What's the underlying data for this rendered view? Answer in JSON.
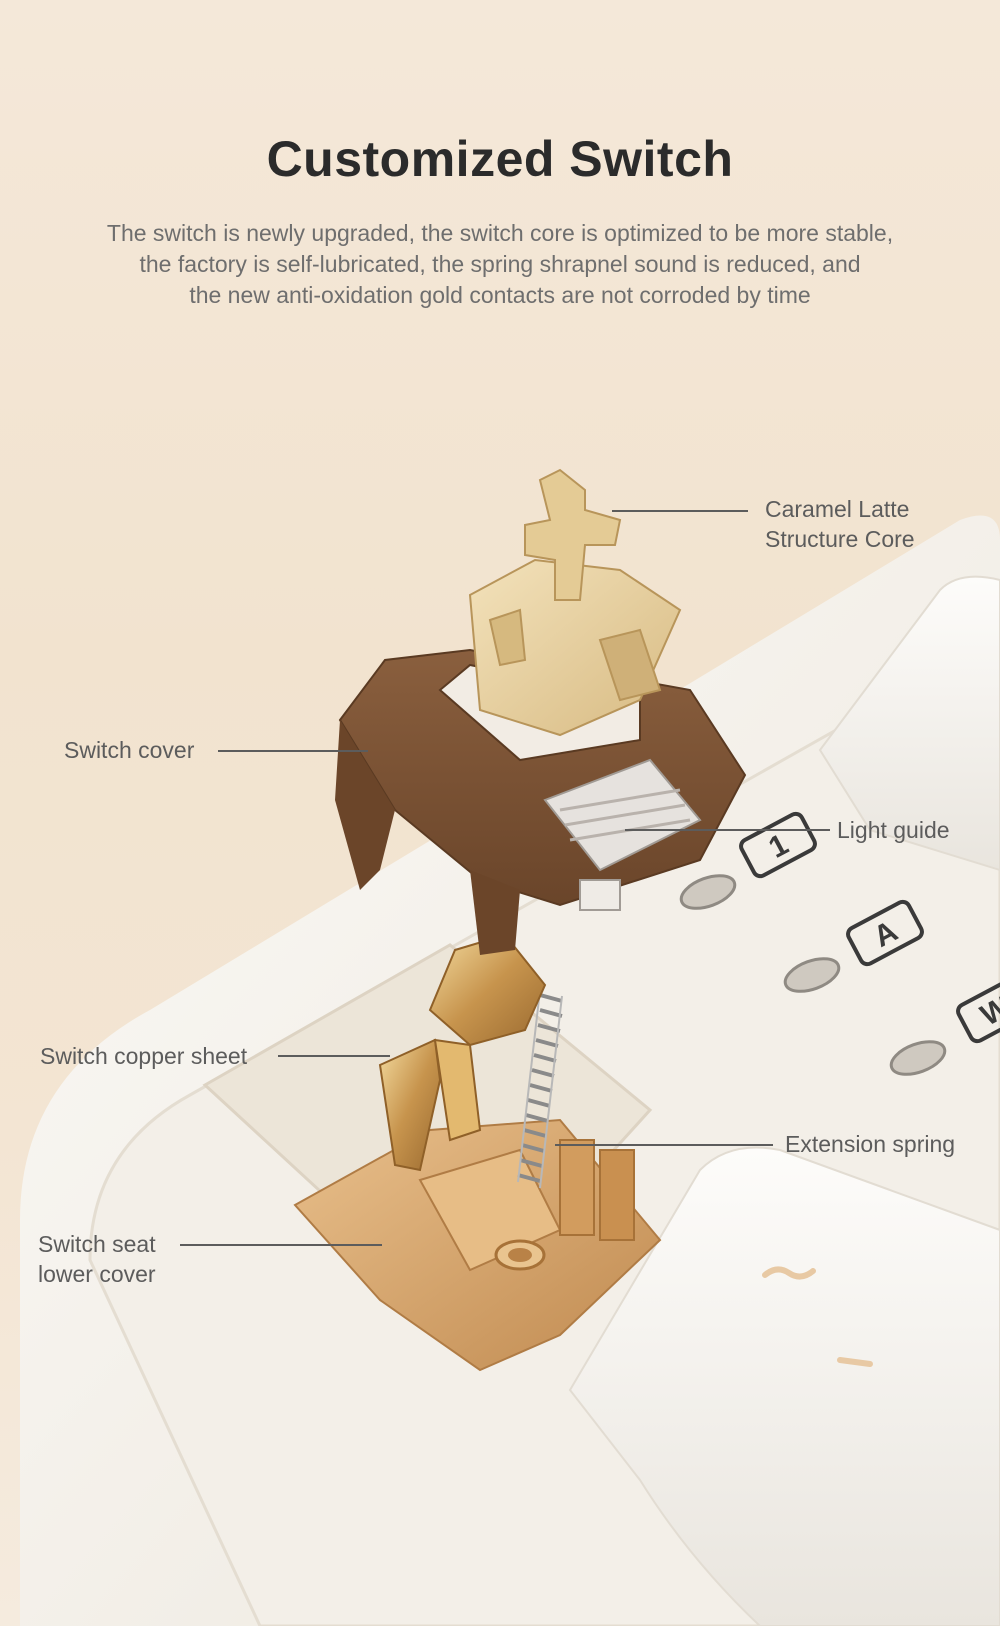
{
  "header": {
    "title": "Customized Switch",
    "description": [
      "The switch is newly upgraded, the switch core is optimized to be more stable,",
      "the factory is self-lubricated, the spring shrapnel sound is reduced, and",
      "the new anti-oxidation gold contacts are not corroded by time"
    ]
  },
  "callouts": {
    "structure_core": [
      "Caramel Latte",
      "Structure Core"
    ],
    "switch_cover": "Switch cover",
    "light_guide": "Light guide",
    "copper_sheet": "Switch copper sheet",
    "extension_spring": "Extension spring",
    "seat_lower_cover": [
      "Switch seat",
      "lower cover"
    ]
  },
  "keycaps": {
    "key_1": "1",
    "key_a": "A",
    "key_w": "W"
  },
  "colors": {
    "background": "#f3e5d3",
    "keyboard_case": "#f7f4ee",
    "stem": "#e6cf9e",
    "housing": "#7a5234",
    "gold": "#d6a860",
    "seat": "#d8a76c"
  }
}
